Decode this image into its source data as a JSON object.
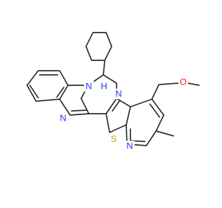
{
  "colors": {
    "bond": "#2b2b2b",
    "nitrogen": "#2233ff",
    "sulfur": "#c8a000",
    "oxygen": "#ff1f1f",
    "background": "#ffffff"
  },
  "atom_labels": {
    "nh": "H",
    "n_nh": "N",
    "n_bridge": "N",
    "n_imidazole": "N",
    "n_pyridine": "N",
    "s": "S",
    "o": "O"
  }
}
